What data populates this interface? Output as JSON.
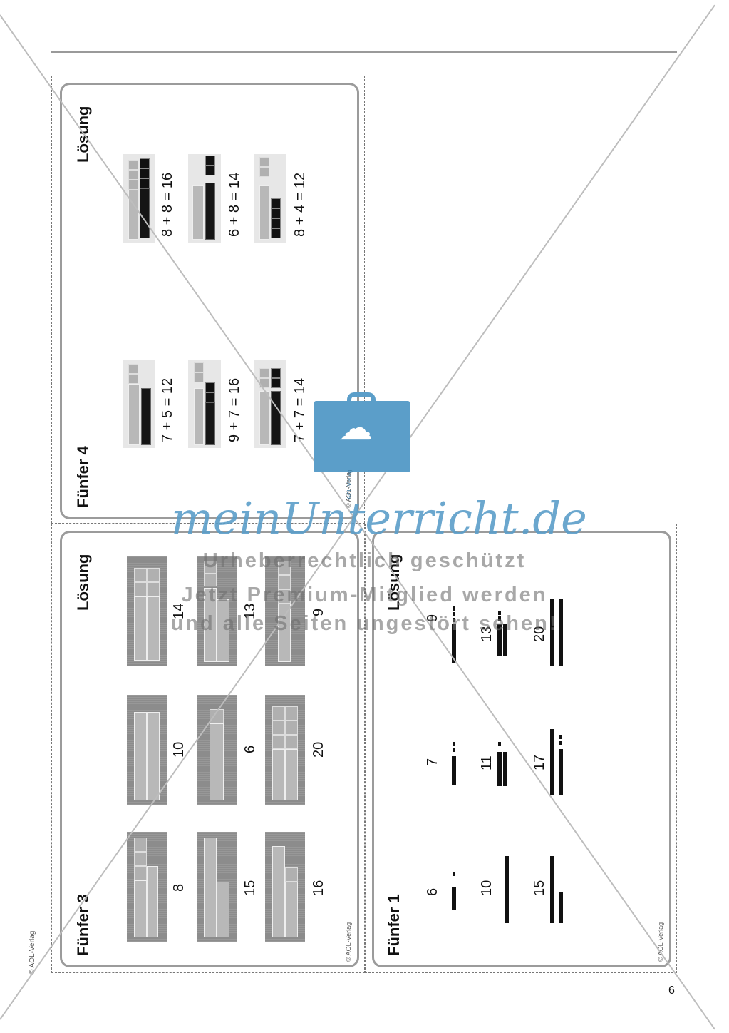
{
  "page_number": "6",
  "side_copyright": "© AOL-Verlag",
  "watermark": {
    "brand": "meinUnterricht.de",
    "bag_label": "AOL-Verlag",
    "line1": "Urheberrechtlich geschützt",
    "line2": "Jetzt Premium-Mitglied werden",
    "line3": "und alle Seiten ungestört sehen!"
  },
  "cards": {
    "fuenfer4": {
      "title": "Fünfer 4",
      "solution": "Lösung",
      "copyright": "© AOL-Verlag",
      "equations": [
        "8 + 8 = 16",
        "6 + 8 = 14",
        "8 + 4 = 12",
        "7 + 5 = 12",
        "9 + 7 = 16",
        "7 + 7 = 14"
      ]
    },
    "fuenfer3": {
      "title": "Fünfer 3",
      "solution": "Lösung",
      "copyright": "© AOL-Verlag",
      "numbers": [
        "14",
        "13",
        "9",
        "10",
        "6",
        "20",
        "8",
        "15",
        "16"
      ]
    },
    "fuenfer1": {
      "title": "Fünfer 1",
      "solution": "Lösung",
      "copyright": "© AOL-Verlag",
      "numbers": [
        "9",
        "13",
        "20",
        "7",
        "11",
        "17",
        "6",
        "10",
        "15"
      ]
    }
  }
}
